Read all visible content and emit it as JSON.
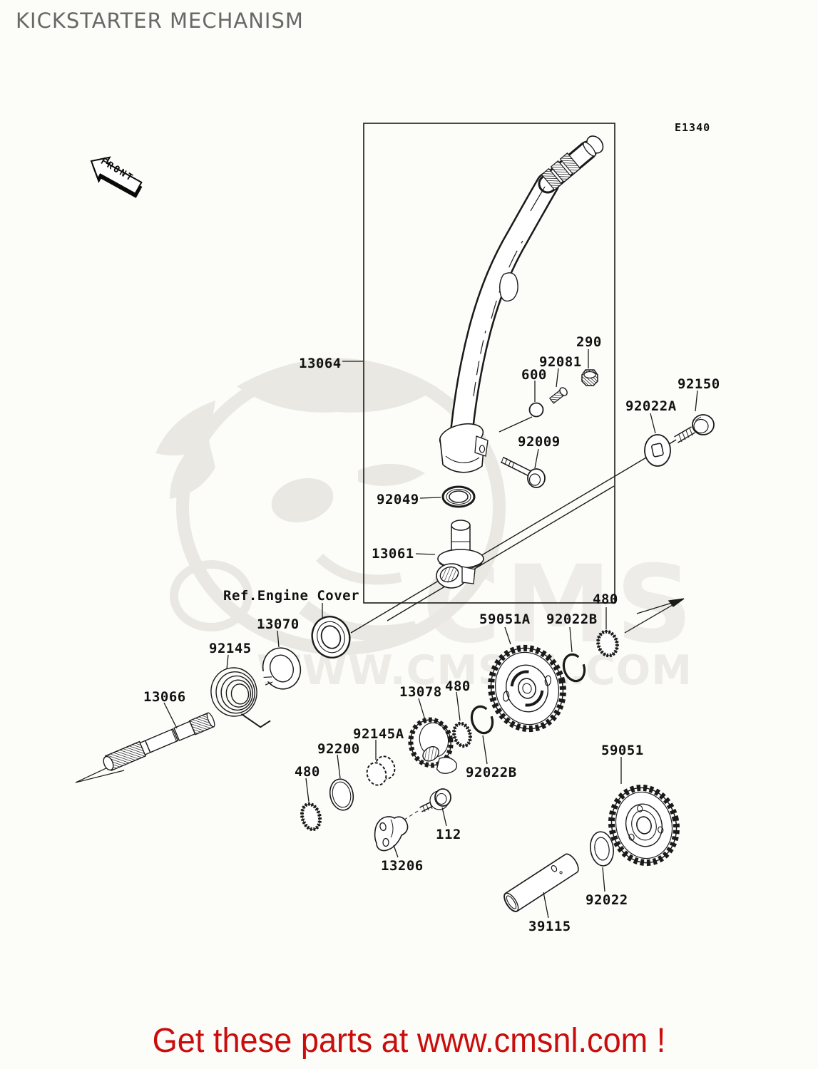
{
  "title": "KICKSTARTER MECHANISM",
  "diagram_code": "E1340",
  "front_arrow_label": "FRONT",
  "watermark": {
    "big_text": "CMS",
    "url_text": "WWW.CMSNL.COM"
  },
  "banner": {
    "text": "Get these parts at www.cmsnl.com !",
    "color": "#c90d0d"
  },
  "colors": {
    "background": "#fcfcf9",
    "line": "#1a1a1a",
    "label": "#111111",
    "title_gray": "#686868",
    "watermark_gray": "#ecebe6",
    "banner_red": "#c90d0d"
  },
  "part_labels": {
    "p13064": "13064",
    "p600": "600",
    "p92081": "92081",
    "p290": "290",
    "p92150": "92150",
    "p92022a": "92022A",
    "p92009": "92009",
    "p92049": "92049",
    "p13061": "13061",
    "pref": "Ref.Engine Cover",
    "p13070": "13070",
    "p92145": "92145",
    "p13066": "13066",
    "p59051a": "59051A",
    "p92022b1": "92022B",
    "p480a": "480",
    "p480b": "480",
    "p13078": "13078",
    "p92145a": "92145A",
    "p92200": "92200",
    "p480c": "480",
    "p92022b2": "92022B",
    "p59051": "59051",
    "p112": "112",
    "p13206": "13206",
    "p39115": "39115",
    "p92022": "92022"
  }
}
